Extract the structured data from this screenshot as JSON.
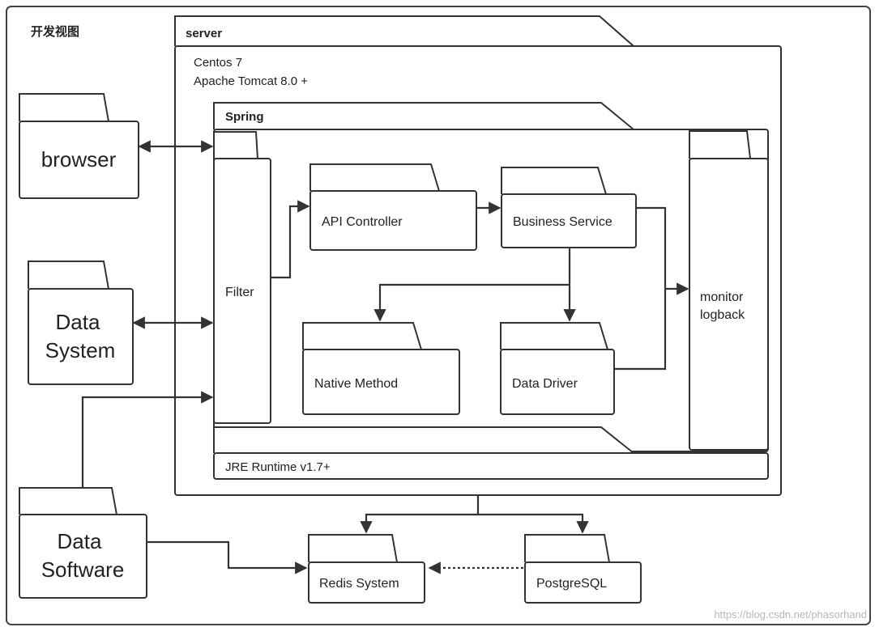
{
  "diagram": {
    "title": "开发视图",
    "server": {
      "tab": "server",
      "os": "Centos 7",
      "container": "Apache Tomcat 8.0 +"
    },
    "spring": {
      "tab": "Spring"
    },
    "packages": {
      "browser": "browser",
      "data_system": [
        "Data",
        "System"
      ],
      "data_software": [
        "Data",
        "Software"
      ],
      "filter": "Filter",
      "api_controller": "API Controller",
      "business_service": "Business Service",
      "native_method": "Native Method",
      "data_driver": "Data Driver",
      "monitor": [
        "monitor",
        "logback"
      ],
      "jre": "JRE Runtime v1.7+",
      "redis": "Redis System",
      "postgresql": "PostgreSQL"
    },
    "watermark": "https://blog.csdn.net/phasorhand"
  }
}
